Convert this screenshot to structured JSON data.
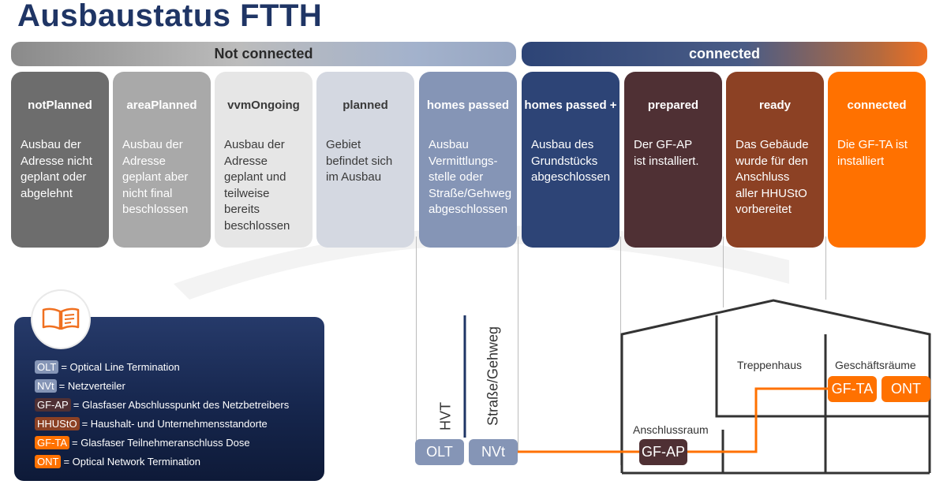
{
  "title": "Ausbaustatus FTTH",
  "banners": {
    "not_connected": "Not connected",
    "connected": "connected"
  },
  "cards": [
    {
      "title": "notPlanned",
      "desc": "Ausbau der\nAdresse nicht\ngeplant oder\nabgelehnt",
      "color": "#6d6d6d",
      "text_color": "#ffffff"
    },
    {
      "title": "areaPlanned",
      "desc": "Ausbau der\nAdresse\ngeplant aber\nnicht final\nbeschlossen",
      "color": "#a9a9a9",
      "text_color": "#ffffff"
    },
    {
      "title": "vvmOngoing",
      "desc": "Ausbau der\nAdresse\ngeplant und\nteilweise\nbereits\nbeschlossen",
      "color": "#e6e6e6",
      "text_color": "#3a3a3a"
    },
    {
      "title": "planned",
      "desc": "Gebiet\nbefindet sich\nim Ausbau",
      "color": "#d4d8e1",
      "text_color": "#3a3a3a"
    },
    {
      "title": "homes passed",
      "desc": "Ausbau\nVermittlungs-\nstelle oder\nStraße/Gehweg\nabgeschlossen",
      "color": "#8595b6",
      "text_color": "#ffffff"
    },
    {
      "title": "homes passed +",
      "desc": "Ausbau des\nGrundstücks\nabgeschlossen",
      "color": "#2d4476",
      "text_color": "#ffffff"
    },
    {
      "title": "prepared",
      "desc": "Der GF-AP\nist installiert.",
      "color": "#4f3034",
      "text_color": "#ffffff"
    },
    {
      "title": "ready",
      "desc": "Das Gebäude\nwurde für den\nAnschluss\naller HHUStO\nvorbereitet",
      "color": "#8c4124",
      "text_color": "#ffffff"
    },
    {
      "title": "connected",
      "desc": "Die GF-TA ist\ninstalliert",
      "color": "#ff7100",
      "text_color": "#ffffff"
    }
  ],
  "legend": [
    {
      "abbr": "OLT",
      "text": "= Optical Line Termination",
      "color": "#8595b6"
    },
    {
      "abbr": "NVt",
      "text": "= Netzverteiler",
      "color": "#8595b6"
    },
    {
      "abbr": "GF-AP",
      "text": "= Glasfaser Abschlusspunkt des Netzbetreibers",
      "color": "#4f3034"
    },
    {
      "abbr": "HHUStO",
      "text": "= Haushalt- und Unternehmensstandorte",
      "color": "#8c4124"
    },
    {
      "abbr": "GF-TA",
      "text": "= Glasfaser Teilnehmeranschluss Dose",
      "color": "#ff7100"
    },
    {
      "abbr": "ONT",
      "text": "= Optical Network Termination",
      "color": "#ff7100"
    }
  ],
  "network": {
    "hvt": "HVT",
    "strasse": "Straße/Gehweg",
    "olt": "OLT",
    "nvt": "NVt",
    "gfap": "GF-AP",
    "gfta": "GF-TA",
    "ont": "ONT",
    "anschlussraum": "Anschlussraum",
    "treppenhaus": "Treppenhaus",
    "geschaeftsraeume": "Geschäftsräume"
  },
  "icon": "book-icon",
  "colors": {
    "title": "#1f3565",
    "fiber": "#ff7100",
    "house": "#333333"
  }
}
